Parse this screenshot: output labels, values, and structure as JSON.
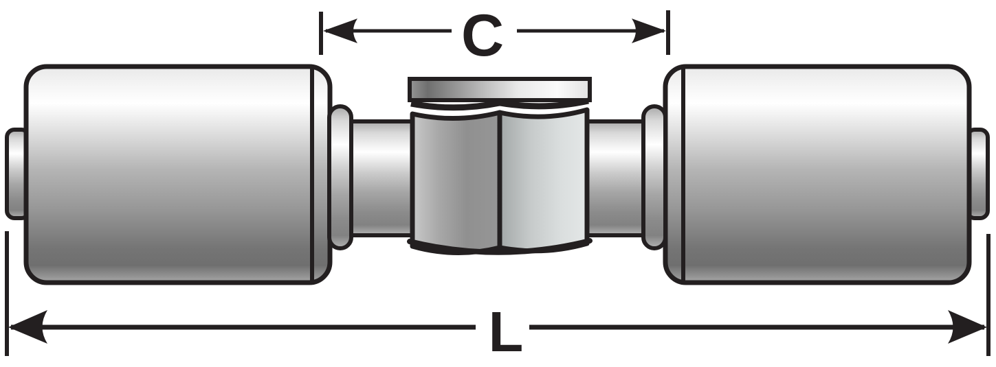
{
  "diagram": {
    "kind": "hose-splice-fitting-drawing",
    "dimension_c": {
      "label": "C"
    },
    "dimension_l": {
      "label": "L"
    }
  },
  "colors": {
    "background": "#ffffff",
    "outline": "#231f20",
    "metal_highlight": "#ffffff",
    "metal_shadow": "#6f6f6f"
  }
}
